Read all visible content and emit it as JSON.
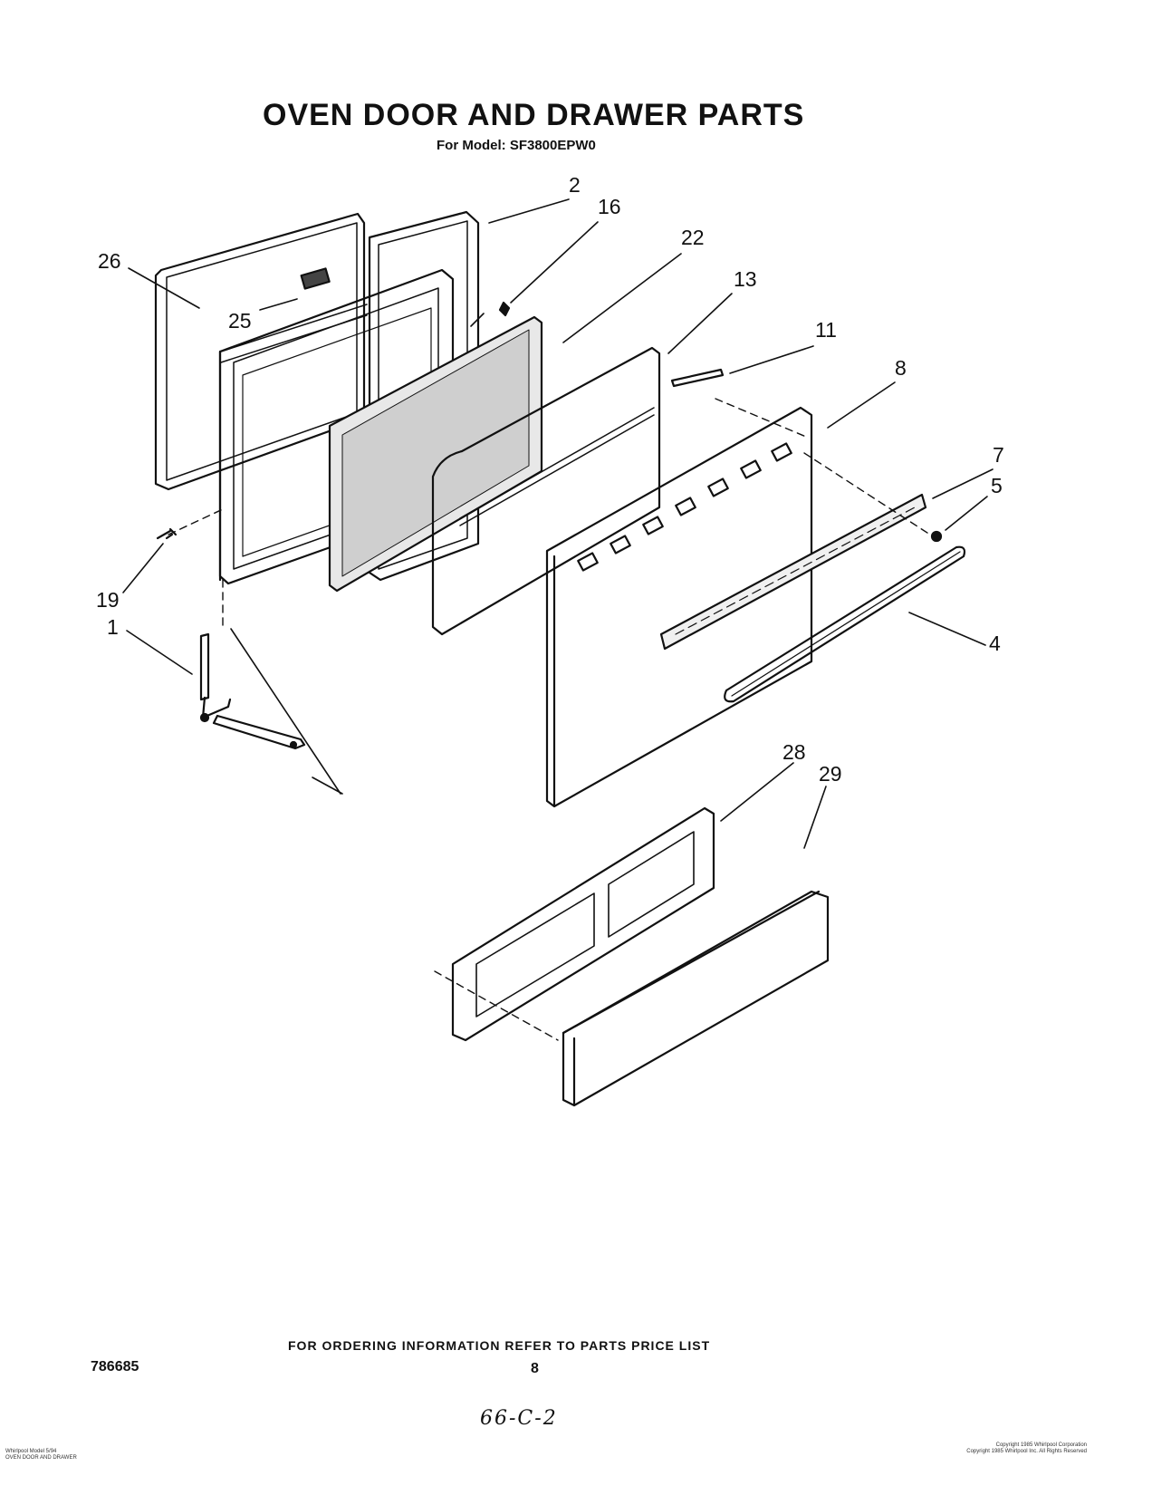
{
  "header": {
    "title": "OVEN DOOR AND  DRAWER PARTS",
    "subtitle": "For Model: SF3800EPW0"
  },
  "callouts": {
    "c1": "1",
    "c2": "2",
    "c4": "4",
    "c5": "5",
    "c7": "7",
    "c8": "8",
    "c11": "11",
    "c13": "13",
    "c16": "16",
    "c19": "19",
    "c22": "22",
    "c25": "25",
    "c26": "26",
    "c28": "28",
    "c29": "29"
  },
  "footer": {
    "ordering_note": "FOR ORDERING INFORMATION REFER TO PARTS PRICE LIST",
    "doc_number": "786685",
    "page_number": "8",
    "handwritten_code": "66-C-2",
    "fine_print_left_1": "Whirlpool Model 5/94",
    "fine_print_left_2": "OVEN DOOR AND DRAWER",
    "fine_print_right_1": "Copyright 1985 Whirlpool Corporation",
    "fine_print_right_2": "Copyright 1985 Whirlpool Inc. All Rights Reserved"
  }
}
